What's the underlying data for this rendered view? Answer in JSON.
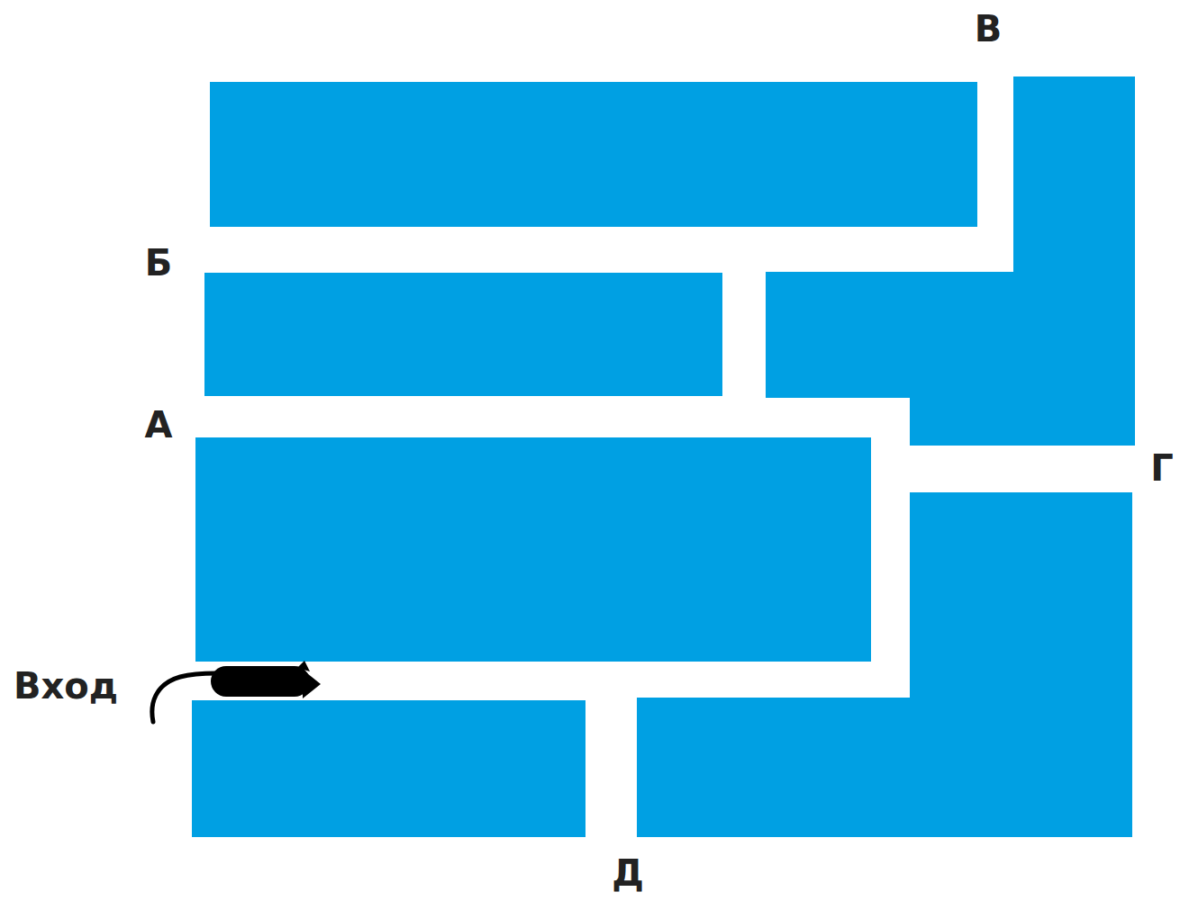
{
  "diagram": {
    "labels": [
      "В",
      "Б",
      "А",
      "Г",
      "Вход",
      "Д"
    ]
  }
}
